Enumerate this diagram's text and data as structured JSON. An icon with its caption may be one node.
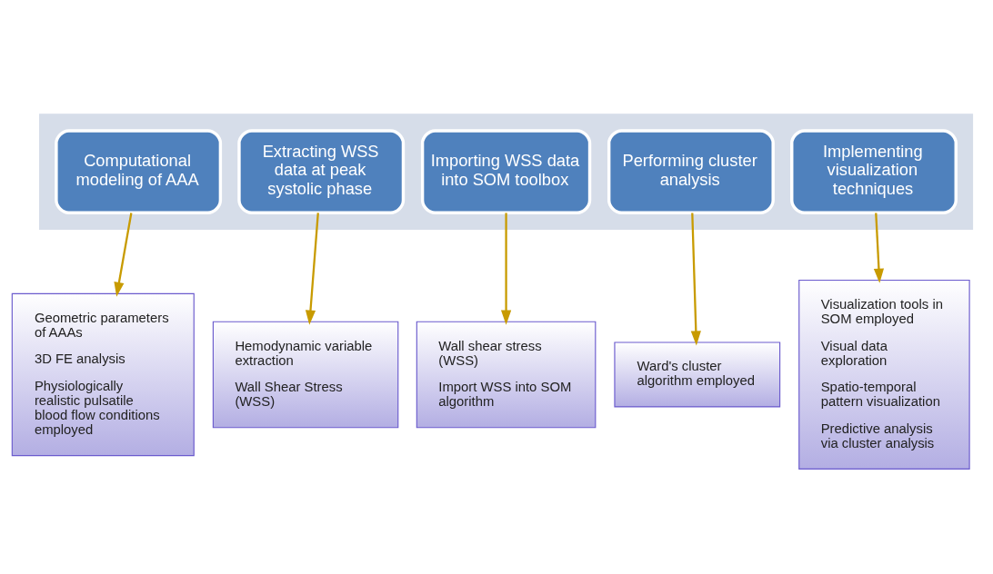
{
  "diagram": {
    "nodes": [
      {
        "text": [],
        "shape": "arrow"
      },
      {
        "text": [
          "Computational modeling of AAA"
        ],
        "in": 0
      },
      {
        "text": [
          "Extracting WSS data at peak systolic phase"
        ],
        "in": 0
      },
      {
        "text": [
          "Importing WSS data into SOM toolbox"
        ],
        "in": 0
      },
      {
        "text": [
          "Performing cluster analysis"
        ],
        "in": 0
      },
      {
        "text": [
          "Implementing visualization techniques"
        ],
        "in": 0
      },
      {
        "text": [
          "Geometric parameters of AAAs",
          "3D FE analysis",
          "Physiologically realistic pulsatile blood flow conditions employed"
        ]
      },
      {
        "text": [
          "Hemodynamic variable extraction",
          "Wall Shear Stress (WSS)"
        ]
      },
      {
        "text": [
          "Wall shear stress (WSS)",
          "Import WSS into SOM algorithm"
        ]
      },
      {
        "text": [
          "Ward's cluster algorithm employed"
        ]
      },
      {
        "text": [
          "Visualization tools in SOM employed",
          "Visual data exploration",
          "Spatio-temporal pattern visualization",
          "Predictive analysis via cluster analysis"
        ]
      }
    ],
    "edges": [
      {
        "from": 1,
        "to": 6,
        "arrow": "to"
      },
      {
        "from": 2,
        "to": 7,
        "arrow": "to"
      },
      {
        "from": 3,
        "to": 8,
        "arrow": "to"
      },
      {
        "from": 4,
        "to": 9,
        "arrow": "to"
      },
      {
        "from": 5,
        "to": 10,
        "arrow": "to"
      }
    ]
  }
}
